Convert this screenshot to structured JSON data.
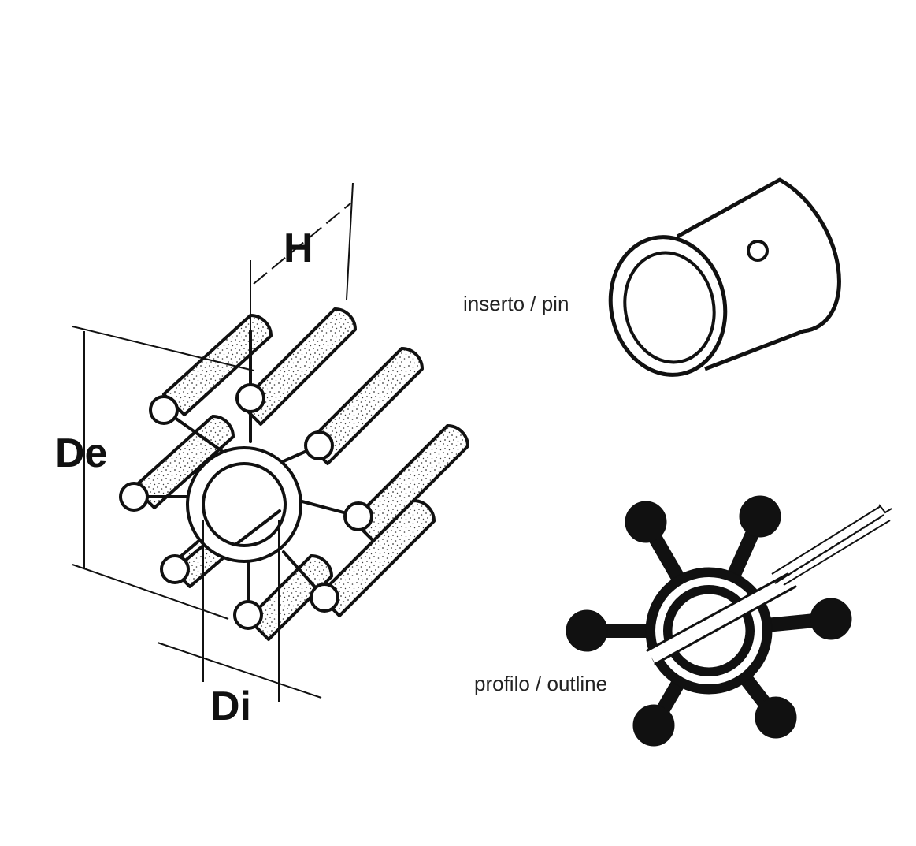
{
  "labels": {
    "height": "H",
    "outer_diameter": "De",
    "inner_diameter": "Di",
    "pin_caption": "inserto / pin",
    "outline_caption": "profilo / outline"
  },
  "colors": {
    "ink": "#111111",
    "stipple": "#3a3a3a",
    "background": "#ffffff"
  }
}
